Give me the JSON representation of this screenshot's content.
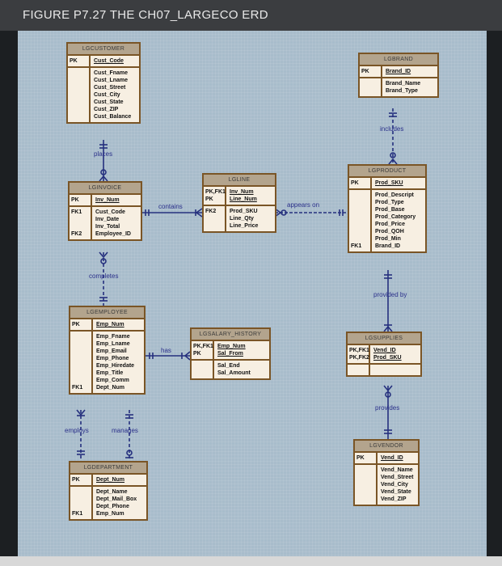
{
  "title": "FIGURE P7.27  THE CH07_LARGECO ERD",
  "colors": {
    "line": "#25307e",
    "entity_border": "#7a5526",
    "entity_header": "#b3a48d",
    "background": "#a8bccb"
  },
  "entities": [
    {
      "id": "lgcustomer",
      "name": "LGCUSTOMER",
      "pk": [
        [
          "PK",
          "Cust_Code"
        ]
      ],
      "attrs": [
        [
          "",
          "Cust_Fname"
        ],
        [
          "",
          "Cust_Lname"
        ],
        [
          "",
          "Cust_Street"
        ],
        [
          "",
          "Cust_City"
        ],
        [
          "",
          "Cust_State"
        ],
        [
          "",
          "Cust_ZIP"
        ],
        [
          "",
          "Cust_Balance"
        ]
      ]
    },
    {
      "id": "lgbrand",
      "name": "LGBRAND",
      "pk": [
        [
          "PK",
          "Brand_ID"
        ]
      ],
      "attrs": [
        [
          "",
          "Brand_Name"
        ],
        [
          "",
          "Brand_Type"
        ]
      ]
    },
    {
      "id": "lginvoice",
      "name": "LGINVOICE",
      "pk": [
        [
          "PK",
          "Inv_Num"
        ]
      ],
      "attrs": [
        [
          "FK1",
          "Cust_Code"
        ],
        [
          "",
          "Inv_Date"
        ],
        [
          "",
          "Inv_Total"
        ],
        [
          "FK2",
          "Employee_ID"
        ]
      ]
    },
    {
      "id": "lgline",
      "name": "LGLINE",
      "pk": [
        [
          "PK,FK1",
          "Inv_Num"
        ],
        [
          "PK",
          "Line_Num"
        ]
      ],
      "attrs": [
        [
          "FK2",
          "Prod_SKU"
        ],
        [
          "",
          "Line_Qty"
        ],
        [
          "",
          "Line_Price"
        ]
      ]
    },
    {
      "id": "lgproduct",
      "name": "LGPRODUCT",
      "pk": [
        [
          "PK",
          "Prod_SKU"
        ]
      ],
      "attrs": [
        [
          "",
          "Prod_Descript"
        ],
        [
          "",
          "Prod_Type"
        ],
        [
          "",
          "Prod_Base"
        ],
        [
          "",
          "Prod_Category"
        ],
        [
          "",
          "Prod_Price"
        ],
        [
          "",
          "Prod_QOH"
        ],
        [
          "",
          "Prod_Min"
        ],
        [
          "FK1",
          "Brand_ID"
        ]
      ]
    },
    {
      "id": "lgemployee",
      "name": "LGEMPLOYEE",
      "pk": [
        [
          "PK",
          "Emp_Num"
        ]
      ],
      "attrs": [
        [
          "",
          "Emp_Fname"
        ],
        [
          "",
          "Emp_Lname"
        ],
        [
          "",
          "Emp_Email"
        ],
        [
          "",
          "Emp_Phone"
        ],
        [
          "",
          "Emp_Hiredate"
        ],
        [
          "",
          "Emp_Title"
        ],
        [
          "",
          "Emp_Comm"
        ],
        [
          "FK1",
          "Dept_Num"
        ]
      ]
    },
    {
      "id": "lgsalary_history",
      "name": "LGSALARY_HISTORY",
      "pk": [
        [
          "PK,FK1",
          "Emp_Num"
        ],
        [
          "PK",
          "Sal_From"
        ]
      ],
      "attrs": [
        [
          "",
          "Sal_End"
        ],
        [
          "",
          "Sal_Amount"
        ]
      ]
    },
    {
      "id": "lgsupplies",
      "name": "LGSUPPLIES",
      "pk": [
        [
          "PK,FK1",
          "Vend_ID"
        ],
        [
          "PK,FK2",
          "Prod_SKU"
        ]
      ],
      "attrs": [
        [
          "",
          ""
        ]
      ]
    },
    {
      "id": "lgdepartment",
      "name": "LGDEPARTMENT",
      "pk": [
        [
          "PK",
          "Dept_Num"
        ]
      ],
      "attrs": [
        [
          "",
          "Dept_Name"
        ],
        [
          "",
          "Dept_Mail_Box"
        ],
        [
          "",
          "Dept_Phone"
        ],
        [
          "FK1",
          "Emp_Num"
        ]
      ]
    },
    {
      "id": "lgvendor",
      "name": "LGVENDOR",
      "pk": [
        [
          "PK",
          "Vend_ID"
        ]
      ],
      "attrs": [
        [
          "",
          "Vend_Name"
        ],
        [
          "",
          "Vend_Street"
        ],
        [
          "",
          "Vend_City"
        ],
        [
          "",
          "Vend_State"
        ],
        [
          "",
          "Vend_ZIP"
        ]
      ]
    }
  ],
  "relationships": [
    {
      "id": "places",
      "label": "places"
    },
    {
      "id": "contains",
      "label": "contains"
    },
    {
      "id": "appears-on",
      "label": "appears on"
    },
    {
      "id": "includes",
      "label": "includes"
    },
    {
      "id": "completes",
      "label": "completes"
    },
    {
      "id": "provided-by",
      "label": "provided by"
    },
    {
      "id": "has",
      "label": "has"
    },
    {
      "id": "provides",
      "label": "provides"
    },
    {
      "id": "employs",
      "label": "employs"
    },
    {
      "id": "manages",
      "label": "manages"
    }
  ]
}
